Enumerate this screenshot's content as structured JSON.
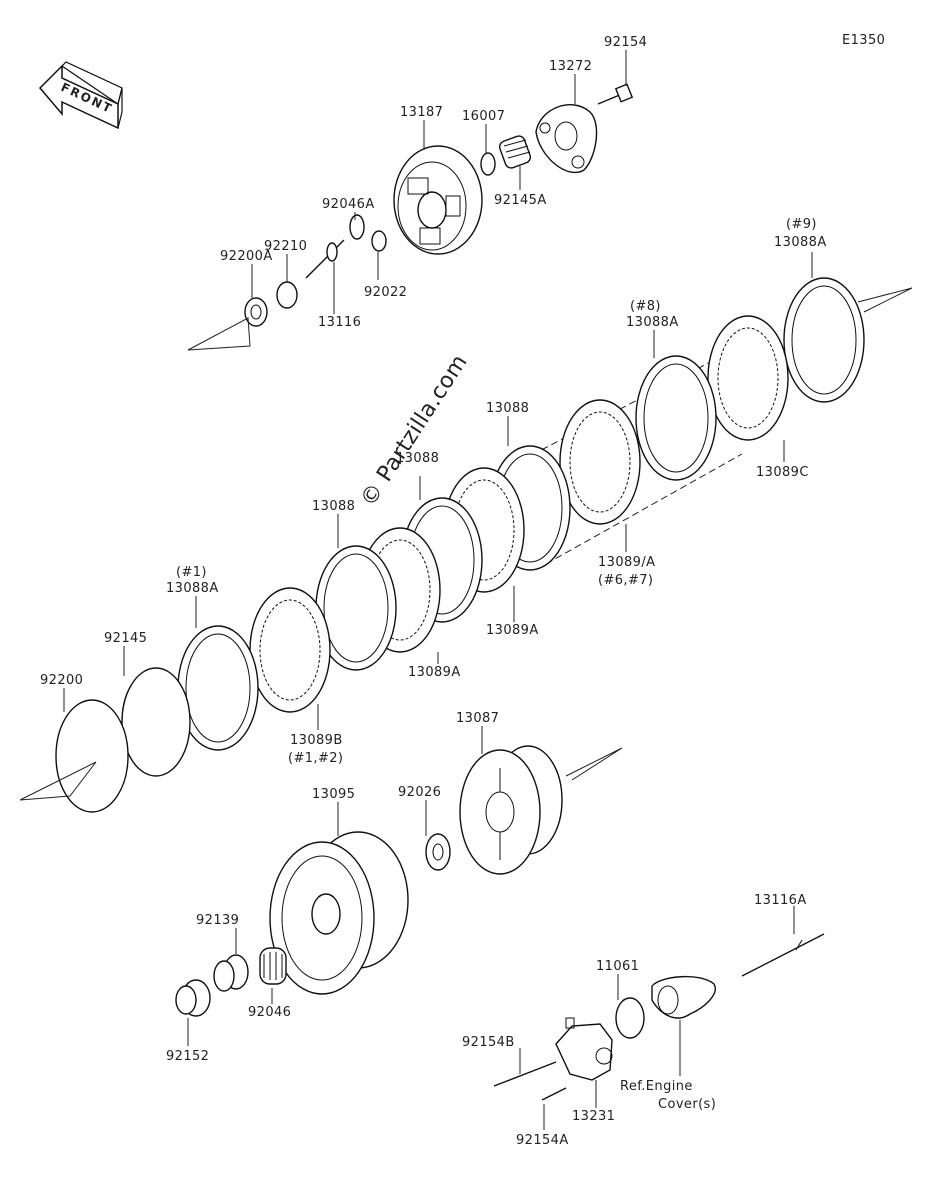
{
  "diagram": {
    "code": "E1350",
    "front_label": "FRONT",
    "watermark": "© Partzilla.com"
  },
  "labels": {
    "p92154": "92154",
    "p13272": "13272",
    "p13187": "13187",
    "p16007": "16007",
    "p92145A": "92145A",
    "p92046A": "92046A",
    "p92210": "92210",
    "p92200A": "92200A",
    "p92022": "92022",
    "p13116": "13116",
    "p13088A_9_tag": "(#9)",
    "p13088A_9": "13088A",
    "p13088A_8_tag": "(#8)",
    "p13088A_8": "13088A",
    "p13089C": "13089C",
    "p13088_top": "13088",
    "p13088_mid": "13088",
    "p13088_low": "13088",
    "p13089A_mid_tag": "13089/A",
    "p13089A_mid_sub": "(#6,#7)",
    "p13089A_a": "13089A",
    "p13089A_b": "13089A",
    "p13088A_1_tag": "(#1)",
    "p13088A_1": "13088A",
    "p92145": "92145",
    "p92200": "92200",
    "p13089B": "13089B",
    "p13089B_sub": "(#1,#2)",
    "p13087": "13087",
    "p13095": "13095",
    "p92026": "92026",
    "p92139": "92139",
    "p92046": "92046",
    "p92152": "92152",
    "p13116A": "13116A",
    "p11061": "11061",
    "p92154B": "92154B",
    "p13231": "13231",
    "p92154A": "92154A",
    "ref_line1": "Ref.Engine",
    "ref_line2": "Cover(s)"
  }
}
